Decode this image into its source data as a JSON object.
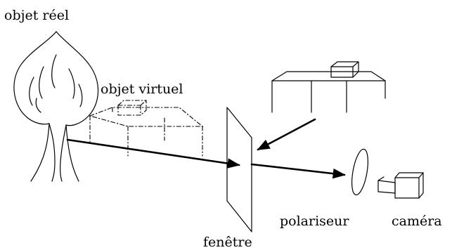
{
  "labels": {
    "real_object": "objet réel",
    "virtual_object": "objet virtuel",
    "window": "fenêtre",
    "polarizer": "polariseur",
    "camera": "caméra"
  },
  "colors": {
    "ink": "#000000",
    "background": "#ffffff"
  },
  "icons": [
    "tree-icon",
    "table-icon",
    "box-icon",
    "camera-icon",
    "lens-icon"
  ]
}
